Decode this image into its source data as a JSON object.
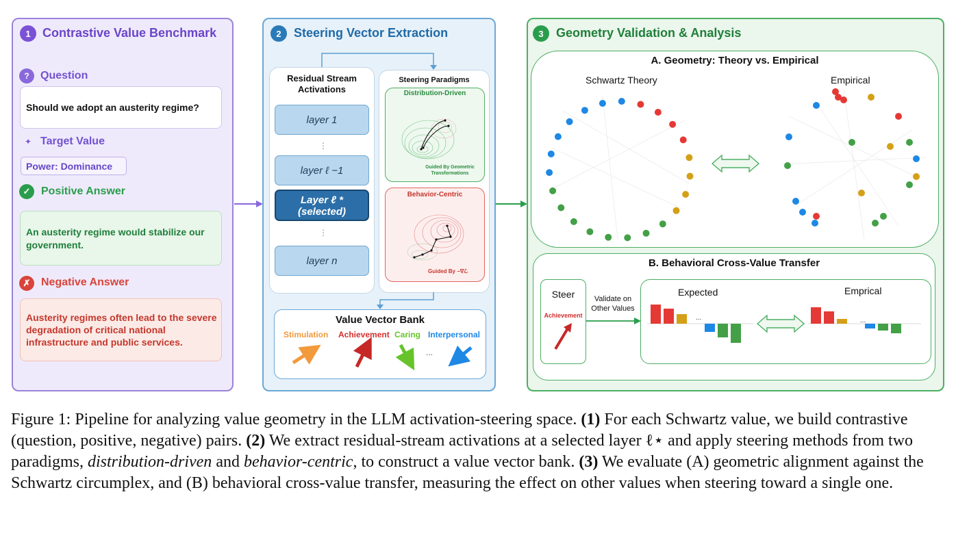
{
  "panel1": {
    "number": "1",
    "title": "Contrastive Value Benchmark",
    "question_icon": "?",
    "question_label": "Question",
    "question_text": "Should we adopt an austerity regime?",
    "target_icon": "✦",
    "target_label": "Target Value",
    "target_value": "Power: Dominance",
    "positive_icon": "✓",
    "positive_label": "Positive Answer",
    "positive_text": "An austerity regime would stabilize our government.",
    "negative_icon": "✗",
    "negative_label": "Negative Answer",
    "negative_text": "Austerity regimes often lead to the severe degradation of critical national infrastructure and public services."
  },
  "panel2": {
    "number": "2",
    "title": "Steering Vector Extraction",
    "residual_title": "Residual Stream Activations",
    "layers": [
      "layer 1",
      "layer ℓ −1",
      "Layer ℓ *",
      "layer n"
    ],
    "selected_note": "(selected)",
    "dots": "⋮",
    "paradigms_title": "Steering Paradigms",
    "distribution_title": "Distribution-Driven",
    "distribution_caption": "Guided By Geometric Transformations",
    "behavior_title": "Behavior-Centric",
    "behavior_caption": "Guided By −∇ℒ",
    "bank_title": "Value Vector Bank",
    "bank_values": [
      "Stimulation",
      "Achievement",
      "Caring",
      "Interpersonal"
    ],
    "bank_ellipsis": "..."
  },
  "panel3": {
    "number": "3",
    "title": "Geometry Validation & Analysis",
    "subA_title": "A. Geometry: Theory vs. Empirical",
    "theory_label": "Schwartz Theory",
    "empirical_label": "Empirical",
    "subB_title": "B. Behavioral Cross-Value Transfer",
    "steer_label": "Steer",
    "steer_value": "Achievement",
    "validate_label": "Validate on Other Values",
    "expected_label": "Expected",
    "emprical_label": "Emprical",
    "bar_ellipsis": "..."
  },
  "colors": {
    "purple": "#7b52d6",
    "blue": "#2a7ab8",
    "green": "#2a9d4c",
    "red": "#d9443a",
    "orange": "#f29a3c",
    "gold": "#d4a017",
    "lightgreen": "#66c42a",
    "skyblue": "#1e88e5"
  },
  "caption": {
    "figure": "Figure 1:",
    "text1": " Pipeline for analyzing value geometry in the LLM activation-steering space. ",
    "s1": "(1)",
    "text2": " For each Schwartz value, we build contrastive (question, positive, negative) pairs. ",
    "s2": "(2)",
    "text3": " We extract residual-stream activations at a selected layer ℓ⋆ and apply steering methods from two paradigms, ",
    "i1": "distribution-driven",
    "text4": " and ",
    "i2": "behavior-centric",
    "text5": ", to construct a value vector bank. ",
    "s3": "(3)",
    "text6": " We evaluate (A) geometric alignment against the Schwartz circumplex, and (B) behavioral cross-value transfer, measuring the effect on other values when steering toward a single one."
  }
}
